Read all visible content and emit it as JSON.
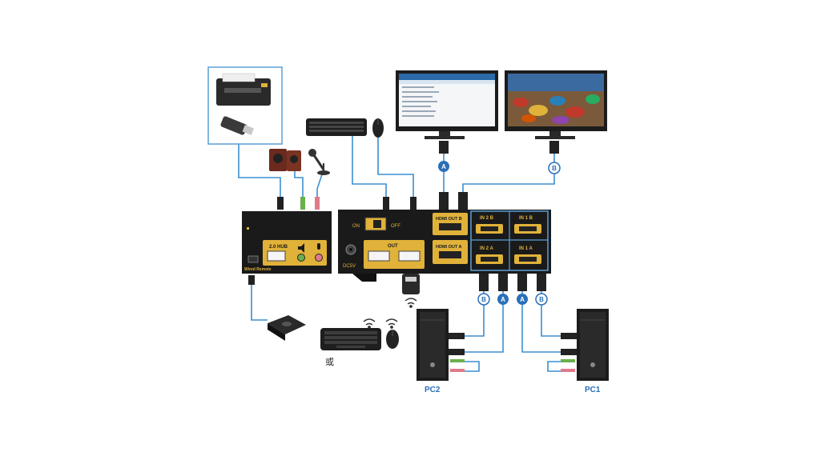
{
  "hub_box": {
    "hub_label": "2.0 HUB",
    "wired_remote_label": "Wired Remote"
  },
  "main_unit": {
    "switch_on": "ON",
    "switch_off": "OFF",
    "dc_label": "DC5V",
    "usb_out_label": "OUT",
    "hdmi_out_b": "HDMI OUT B",
    "hdmi_out_a": "HDMI OUT A",
    "in2b": "IN 2 B",
    "in1b": "IN 1 B",
    "in2a": "IN 2 A",
    "in1a": "IN 1 A"
  },
  "markers": {
    "a": "A",
    "b": "B"
  },
  "or_label": "或",
  "pc_labels": {
    "pc2": "PC2",
    "pc1": "PC1"
  },
  "colors": {
    "cable": "#3b8fd0",
    "panel": "#1a1a1a",
    "gold": "#e0b23a",
    "marker": "#2a6fb8"
  }
}
